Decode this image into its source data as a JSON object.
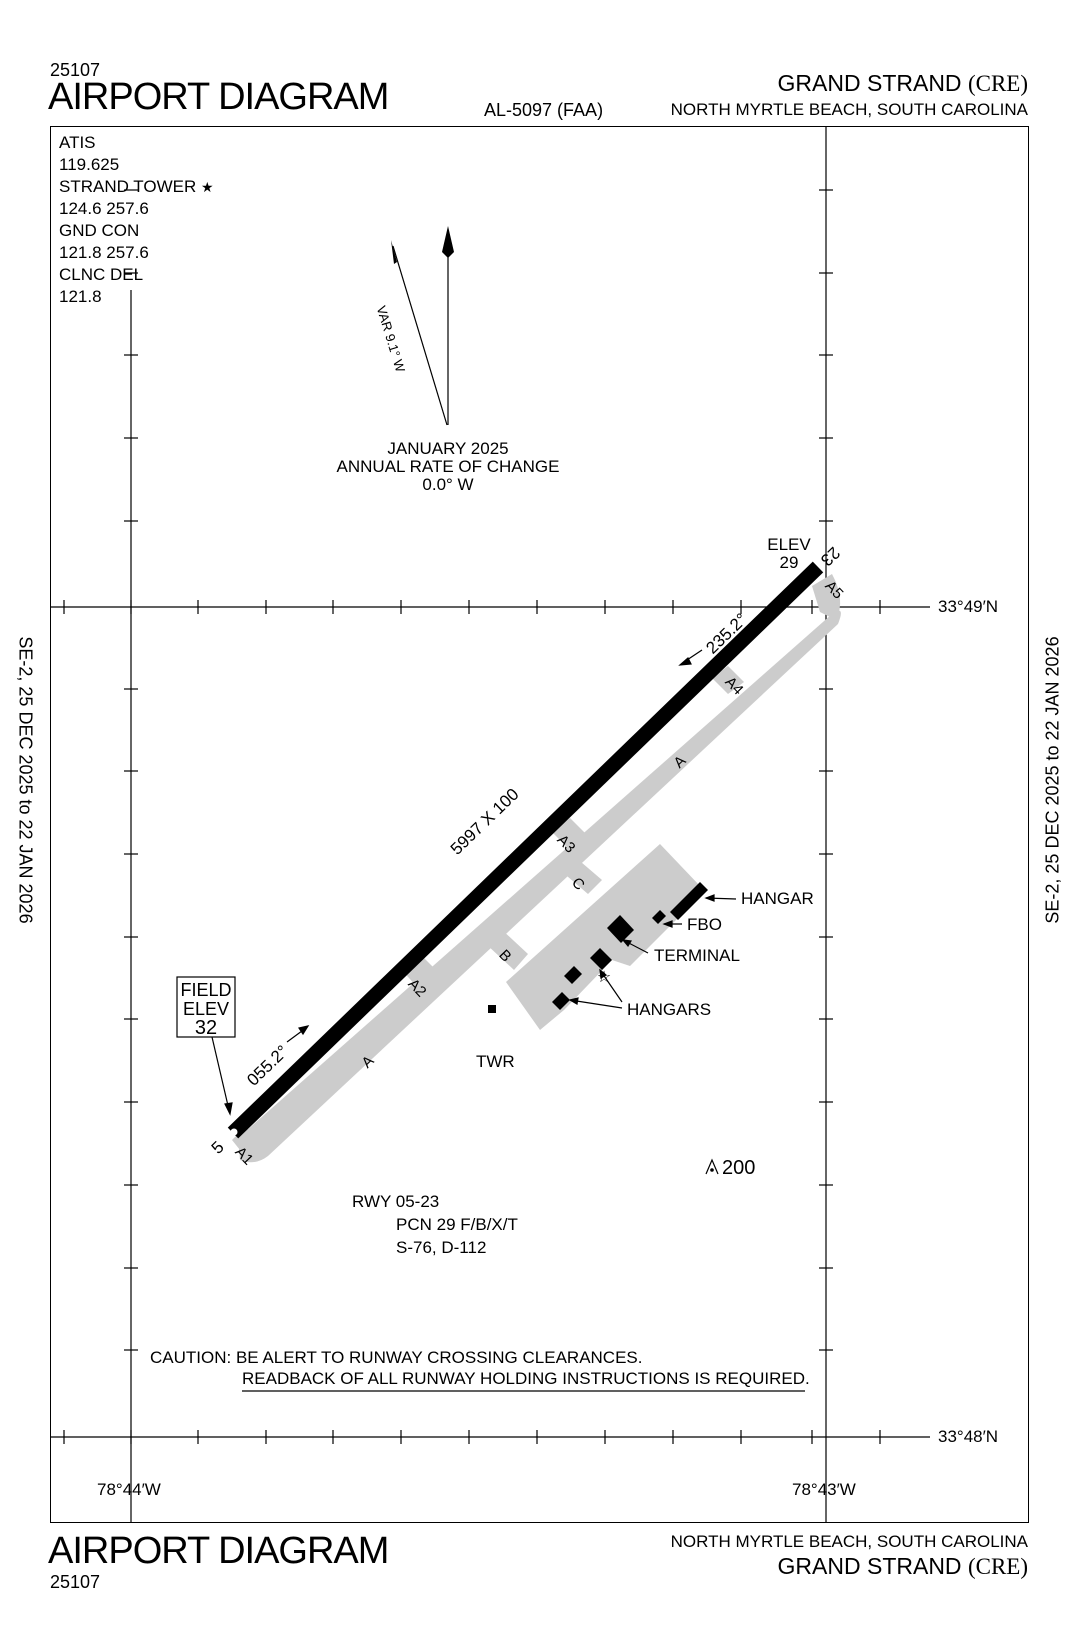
{
  "header": {
    "chart_number": "25107",
    "title": "AIRPORT DIAGRAM",
    "procedure_id": "AL-5097 (FAA)",
    "airport_name": "GRAND STRAND",
    "airport_id": "(CRE)",
    "location": "NORTH MYRTLE BEACH, SOUTH CAROLINA"
  },
  "footer": {
    "chart_number": "25107",
    "title": "AIRPORT DIAGRAM",
    "airport_name": "GRAND STRAND",
    "airport_id": "(CRE)",
    "location": "NORTH MYRTLE BEACH, SOUTH CAROLINA"
  },
  "side_labels": {
    "left": "SE-2,  25 DEC 2025  to  22 JAN 2026",
    "right": "SE-2,  25 DEC 2025  to  22 JAN 2026"
  },
  "frequencies": [
    {
      "label": "ATIS",
      "value": "119.625"
    },
    {
      "label": "STRAND TOWER",
      "star": "★",
      "value": "124.6  257.6"
    },
    {
      "label": "GND CON",
      "value": "121.8  257.6"
    },
    {
      "label": "CLNC DEL",
      "value": "121.8"
    }
  ],
  "magnetic": {
    "variation": "VAR 9.1° W",
    "date": "JANUARY 2025",
    "rate_label": "ANNUAL RATE OF CHANGE",
    "rate": "0.0° W"
  },
  "coordinates": {
    "lat_north": "33°49′N",
    "lat_south": "33°48′N",
    "lon_west": "78°44′W",
    "lon_east": "78°43′W"
  },
  "runway": {
    "dimensions": "5997 X 100",
    "heading_low": "055.2°",
    "heading_high": "235.2°",
    "end_low": "5",
    "end_high": "23",
    "elev_high_label": "ELEV",
    "elev_high": "29",
    "info": [
      "RWY 05-23",
      "PCN 29 F/B/X/T",
      "S-76, D-112"
    ]
  },
  "field_elev": {
    "line1": "FIELD",
    "line2": "ELEV",
    "value": "32"
  },
  "taxiways": {
    "A1": "A1",
    "A2": "A2",
    "A3": "A3",
    "A4": "A4",
    "A5": "A5",
    "A_1": "A",
    "A_2": "A",
    "B": "B",
    "C": "C"
  },
  "facilities": {
    "hangar": "HANGAR",
    "fbo": "FBO",
    "terminal": "TERMINAL",
    "hangars": "HANGARS",
    "tower": "TWR"
  },
  "obstacle": {
    "value": "200"
  },
  "caution": {
    "line1": "CAUTION: BE ALERT TO RUNWAY CROSSING CLEARANCES.",
    "line2": "READBACK OF ALL RUNWAY HOLDING INSTRUCTIONS IS REQUIRED."
  }
}
